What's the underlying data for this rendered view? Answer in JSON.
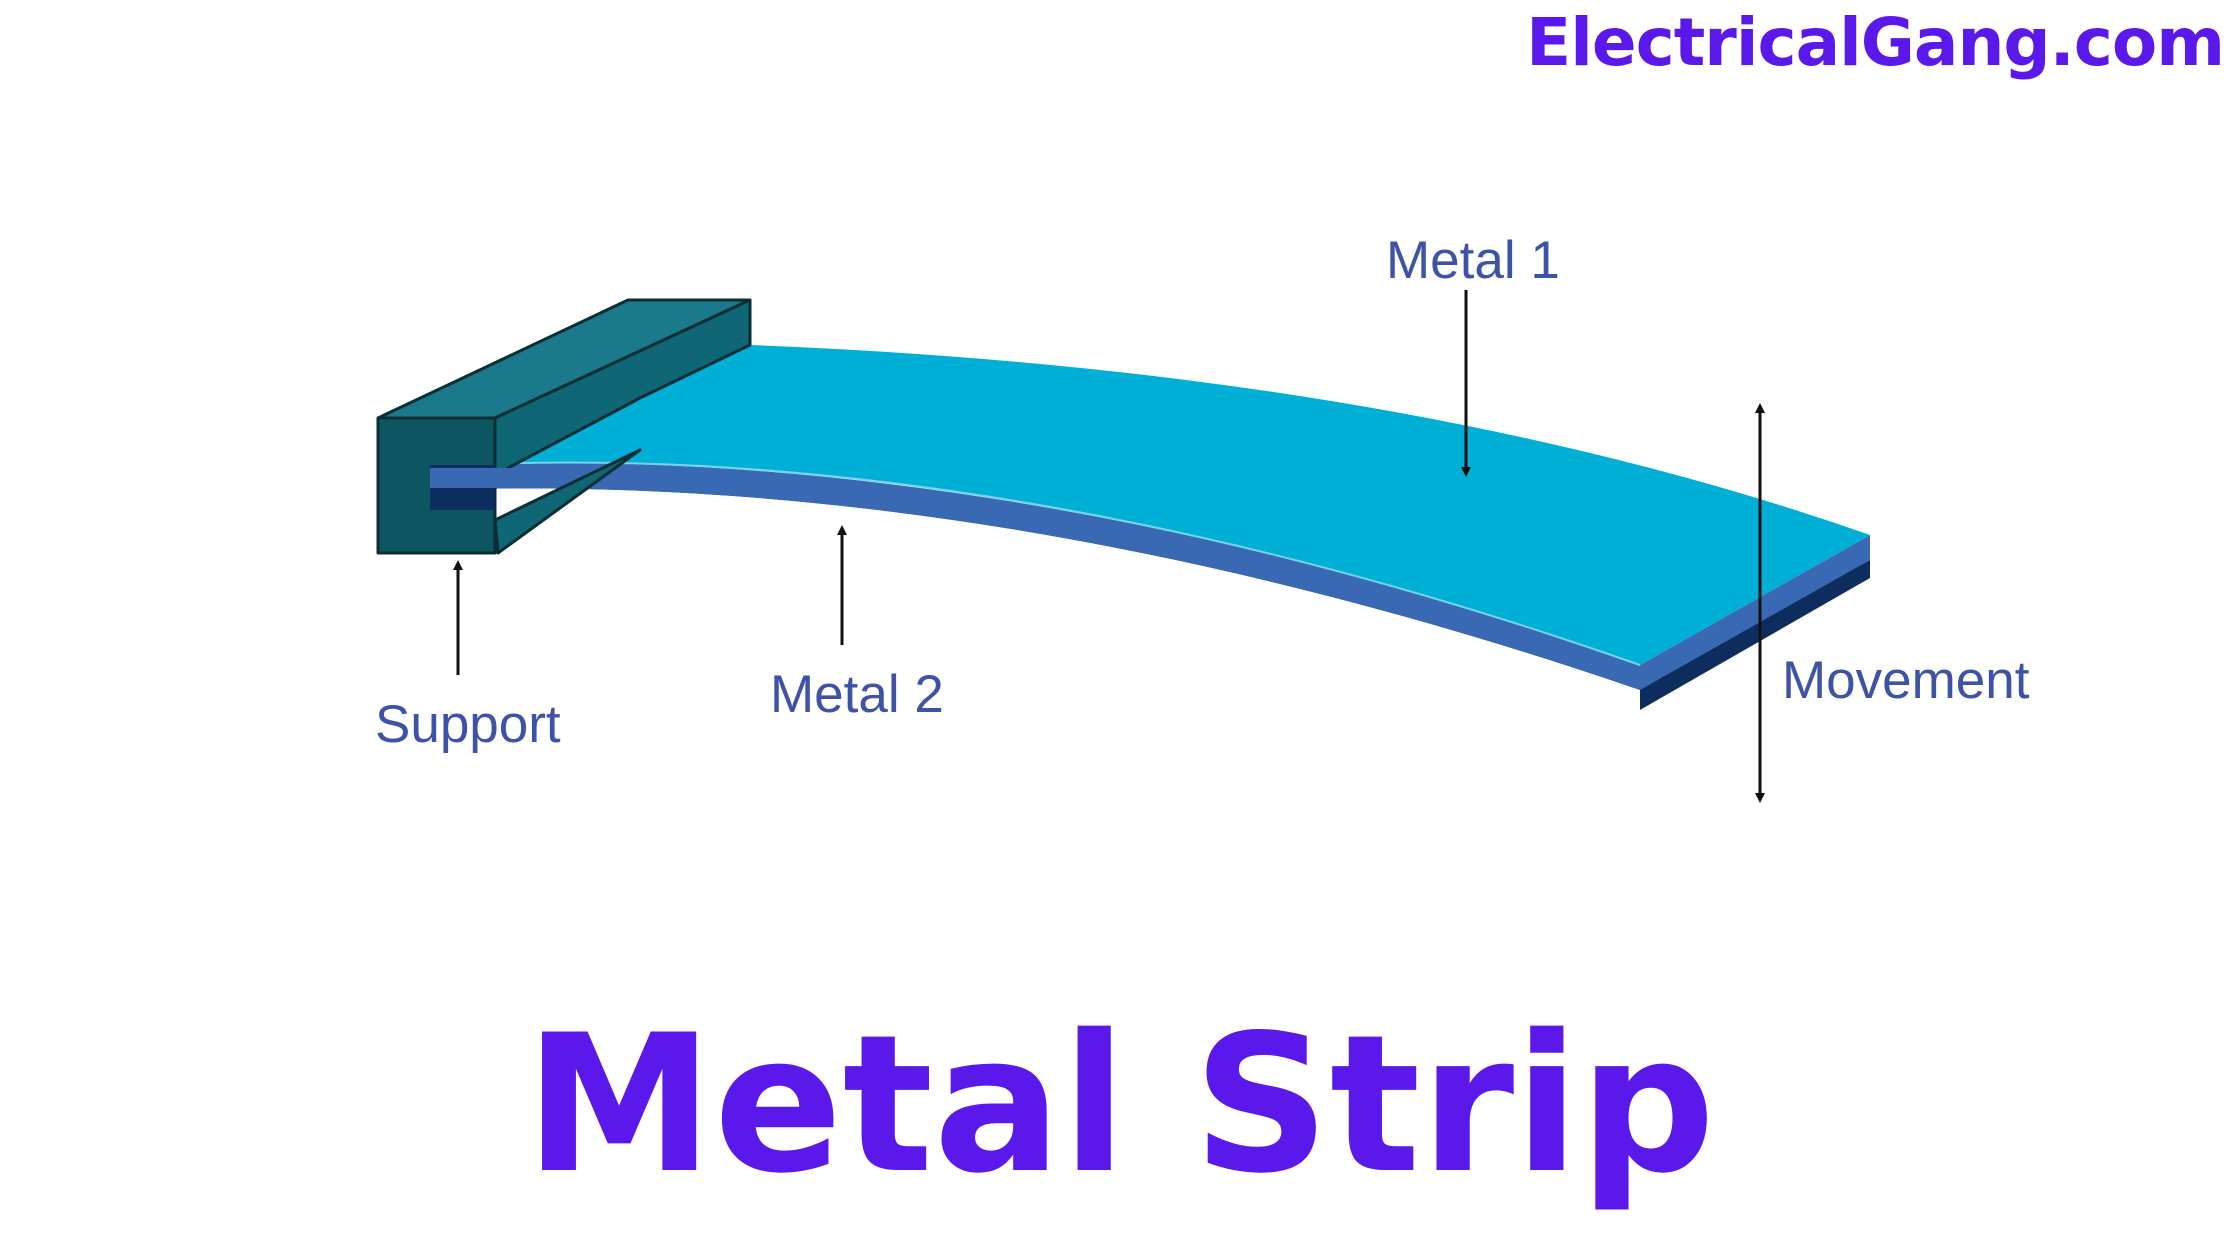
{
  "brand": "ElectricalGang.com",
  "title": "Metal Strip",
  "labels": {
    "metal1": "Metal 1",
    "metal2": "Metal 2",
    "support": "Support",
    "movement": "Movement"
  },
  "colors": {
    "brand": "#5b18ea",
    "label": "#3e52a8",
    "metal1": "#00afd6",
    "metal2": "#3a69b4",
    "metal2_under": "#0d2d5e",
    "support_front": "#0d5561",
    "support_top": "#1a7a8c"
  }
}
